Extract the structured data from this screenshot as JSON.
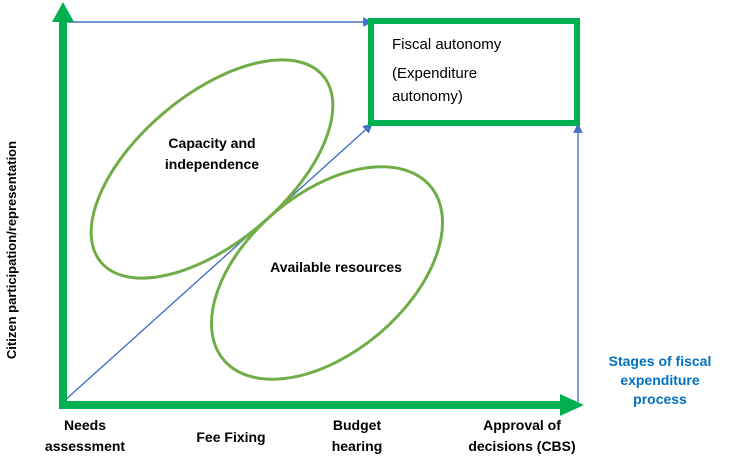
{
  "diagram": {
    "y_axis_label": "Citizen participation/representation",
    "x_axis_title": {
      "line1": "Stages of fiscal",
      "line2": "expenditure",
      "line3": "process"
    },
    "stages": [
      {
        "line1": "Needs",
        "line2": "assessment"
      },
      {
        "line1": "Fee Fixing"
      },
      {
        "line1": "Budget",
        "line2": "hearing"
      },
      {
        "line1": "Approval of",
        "line2": "decisions (CBS)"
      }
    ],
    "goal_box": {
      "line1": "Fiscal autonomy",
      "line2": "(Expenditure",
      "line3": "autonomy)"
    },
    "ellipses": {
      "capacity": {
        "line1": "Capacity and",
        "line2": "independence"
      },
      "resources": {
        "line1": "Available resources"
      }
    }
  },
  "colors": {
    "green": "#00b050",
    "ellipse_green": "#70ad47",
    "arrow_blue": "#4472c4",
    "label_blue": "#0070c0",
    "text": "#000000"
  }
}
